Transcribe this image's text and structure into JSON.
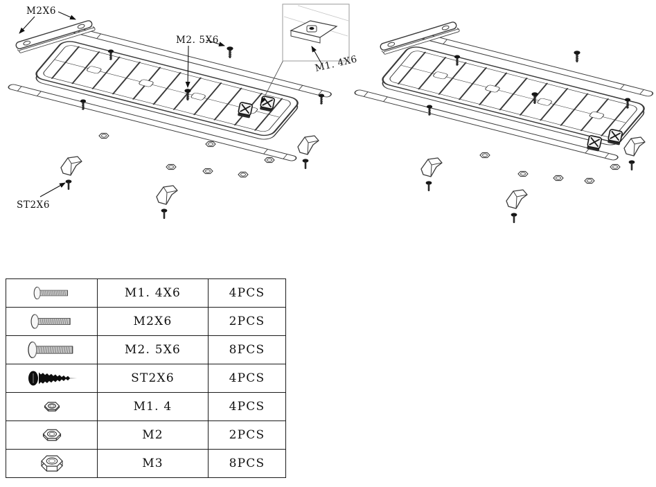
{
  "diagram": {
    "line_color": "#3a3a3a",
    "accent_dark": "#161616",
    "callouts": {
      "m2x6": "M2X6",
      "m2_5x6": "M2. 5X6",
      "m1_4x6": "M1. 4X6",
      "st2x6": "ST2X6"
    },
    "icons": [
      "roof-rack-basket",
      "mounting-bar",
      "side-plate",
      "roof-clamp",
      "latch-buckle",
      "screw",
      "hex-nut",
      "detail-inset"
    ]
  },
  "parts_table": {
    "rows": [
      {
        "icon": "machine-screw-icon",
        "name": "M1. 4X6",
        "qty": "4PCS"
      },
      {
        "icon": "machine-screw-icon",
        "name": "M2X6",
        "qty": "2PCS"
      },
      {
        "icon": "machine-screw-icon",
        "name": "M2. 5X6",
        "qty": "8PCS"
      },
      {
        "icon": "self-tapping-screw-icon",
        "name": "ST2X6",
        "qty": "4PCS"
      },
      {
        "icon": "hex-nut-icon",
        "name": "M1. 4",
        "qty": "4PCS"
      },
      {
        "icon": "hex-nut-icon",
        "name": "M2",
        "qty": "2PCS"
      },
      {
        "icon": "hex-nut-icon",
        "name": "M3",
        "qty": "8PCS"
      }
    ]
  }
}
